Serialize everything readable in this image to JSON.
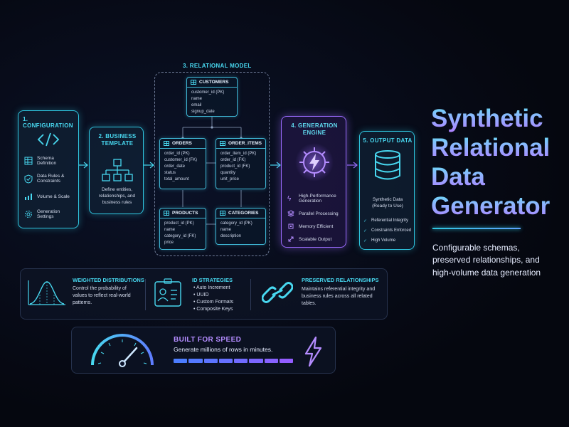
{
  "config": {
    "title": "1. CONFIGURATION",
    "items": [
      "Schema Definition",
      "Data Rules & Constraints",
      "Volume & Scale",
      "Generation Settings"
    ]
  },
  "template": {
    "title": "2. BUSINESS TEMPLATE",
    "description": "Define entities, relationships, and business rules"
  },
  "model": {
    "title": "3. RELATIONAL MODEL",
    "tables": {
      "customers": {
        "name": "CUSTOMERS",
        "fields": [
          "customer_id (PK)",
          "name",
          "email",
          "signup_date"
        ]
      },
      "orders": {
        "name": "ORDERS",
        "fields": [
          "order_id (PK)",
          "customer_id (FK)",
          "order_date",
          "status",
          "total_amount"
        ]
      },
      "order_items": {
        "name": "ORDER_ITEMS",
        "fields": [
          "order_item_id (PK)",
          "order_id (FK)",
          "product_id (FK)",
          "quantity",
          "unit_price"
        ]
      },
      "products": {
        "name": "PRODUCTS",
        "fields": [
          "product_id (PK)",
          "name",
          "category_id (FK)",
          "price"
        ]
      },
      "categories": {
        "name": "CATEGORIES",
        "fields": [
          "category_id (PK)",
          "name",
          "description"
        ]
      }
    }
  },
  "engine": {
    "title": "4. GENERATION ENGINE",
    "features": [
      "High-Performance Generation",
      "Parallel Processing",
      "Memory Efficient",
      "Scalable Output"
    ]
  },
  "output": {
    "title": "5. OUTPUT DATA",
    "caption": "Synthetic Data (Ready to Use)",
    "checks": [
      "Referential Integrity",
      "Constraints Enforced",
      "High Volume"
    ]
  },
  "headline": {
    "lines": [
      "Synthetic",
      "Relational",
      "Data",
      "Generator"
    ],
    "subtitle": "Configurable schemas, preserved relationships, and high-volume data generation"
  },
  "strategies": [
    {
      "title": "WEIGHTED DISTRIBUTIONS",
      "text": "Control the probability of values to reflect real-world patterns."
    },
    {
      "title": "ID STRATEGIES",
      "items": [
        "Auto Increment",
        "UUID",
        "Custom Formats",
        "Composite Keys"
      ]
    },
    {
      "title": "PRESERVED RELATIONSHIPS",
      "text": "Maintains referential integrity and business rules across all related tables."
    }
  ],
  "speed": {
    "title": "BUILT FOR SPEED",
    "text": "Generate millions of rows in minutes."
  },
  "colors": {
    "cyan": "#2fc6e0",
    "purple": "#9b6bff",
    "background": "#05070f"
  }
}
